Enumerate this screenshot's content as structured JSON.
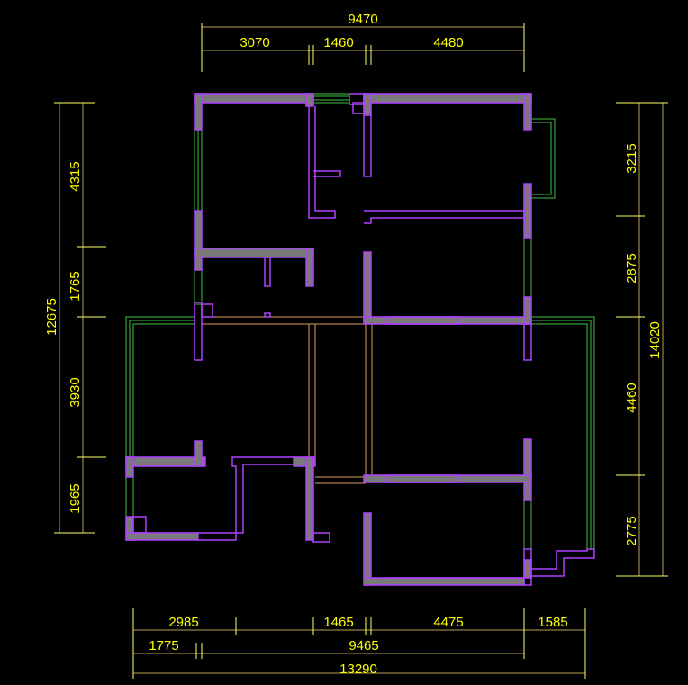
{
  "drawing": {
    "background": "#000000",
    "wall_fill": "#7a7a7a",
    "wall_stroke": "#b040ff",
    "window_color": "#40c040",
    "dimension_text_color": "#ffff00",
    "dimension_line_color": "#b8a050"
  },
  "dimensions": {
    "top_total": "9470",
    "top_segments": [
      "3070",
      "1460",
      "4480"
    ],
    "left_total": "12675",
    "left_segments": [
      "4315",
      "1765",
      "3930",
      "1965"
    ],
    "right_total": "14020",
    "right_segments": [
      "3215",
      "2875",
      "4460",
      "2775"
    ],
    "bottom_row1": [
      "2985",
      "1465",
      "4475",
      "1585"
    ],
    "bottom_row2": [
      "1775",
      "9465"
    ],
    "bottom_total": "13290"
  }
}
